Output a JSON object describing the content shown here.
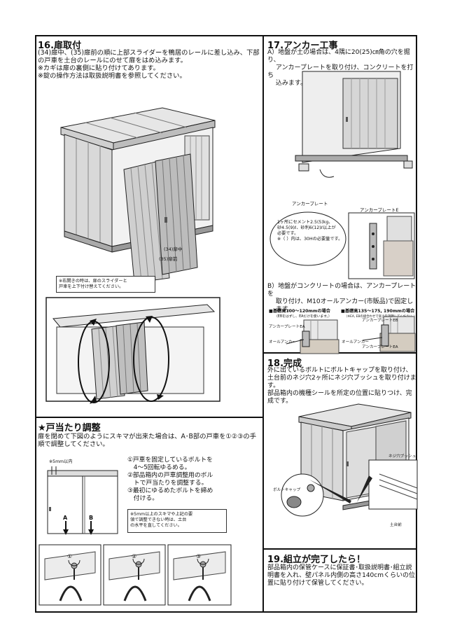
{
  "sec16": {
    "title": "16.扉取付",
    "body": "(34)扉中、(35)扉前の順に上部スライダーを鴨居のレールに差し込み、下部の戸車を土台のレールにのせて扉をはめ込みます。\n※カギは扉の裏側に貼り付けてあります。\n※錠の操作方法は取扱説明書を参照してください。",
    "label_34": "(34)扉中",
    "label_35": "(35)扉前",
    "note": "※右開きの時は、扉のスライダーと\n戸車を上下付け替えてください。"
  },
  "adjust": {
    "title": "★戸当たり調整",
    "body": "扉を閉めて下図のようにスキマが出来た場合は、A･B部の戸車を①②③の手順で調整してください。",
    "gap_label": "※5mm以内",
    "steps": "①戸車を固定しているボルトを\n　4～5回転ゆるめる。\n②部品箱内の戸車調整用のボル\n　トで戸当たりを調整する。\n③最初にゆるめたボルトを締め\n　付ける。",
    "note": "※5mm以上のスキマや上記の要\n領で調整できない時は、土台\nの水平を直してください。",
    "label_a": "A",
    "label_b": "B",
    "step1": "①",
    "step2": "②",
    "step3": "③"
  },
  "sec17": {
    "title": "17.アンカー工事",
    "body_a": "A）地盤が土の場合は、4隅に20(25)㎝角の穴を掘り、\n　 アンカープレートを取り付け、コンクリートを打ち\n　 込みます。（ ）内は30H型用です。",
    "anchor_plate": "アンカープレート",
    "anchor_plate_e": "アンカープレートE",
    "cement": "1ヶ所にセメント2.5(5)kg、\n砂4.5(9)ℓ、砂利6(12)ℓ以上が\n必要です。\n※（ ）内は、30Hの必要量です。",
    "body_b": "B）地盤がコンクリートの場合は、アンカープレートを\n　 取り付け、M10オールアンカー(市販品)で固定し\n　 ます。",
    "case1": "■基礎高100～120mmの場合",
    "case1_sub": "（EBをはずし、EAだけを使います。）",
    "case2": "■基礎高135～175, 190mmの場合",
    "case2_sub": "（※EA, EBの組合わせで高さを調節してください。）",
    "plate_ea": "アンカープレートEA",
    "plate_eb": "アンカープレートEB",
    "plate_ea2": "アンカープレートEA",
    "all_anchor": "オールアンカー",
    "all_anchor2": "オールアンカー"
  },
  "sec18": {
    "title": "18.完成",
    "body": "外に出ているボルトにボルトキャップを取り付け、土台前のネジ穴2ヶ所にネジ穴ブッシュを取り付けます。\n部品箱内の機種シールを所定の位置に貼りつけ、完成です。",
    "bolt_cap": "ボルトキャップ",
    "screw_bush": "ネジ穴ブッシュ",
    "base_front": "土台前"
  },
  "sec19": {
    "title": "19.組立が完了したら！",
    "body": "部品箱内の保管ケースに保証書･取扱説明書･組立説明書を入れ、壁パネル内側の高さ140cmくらいの位置に貼り付けて保管してください。"
  }
}
